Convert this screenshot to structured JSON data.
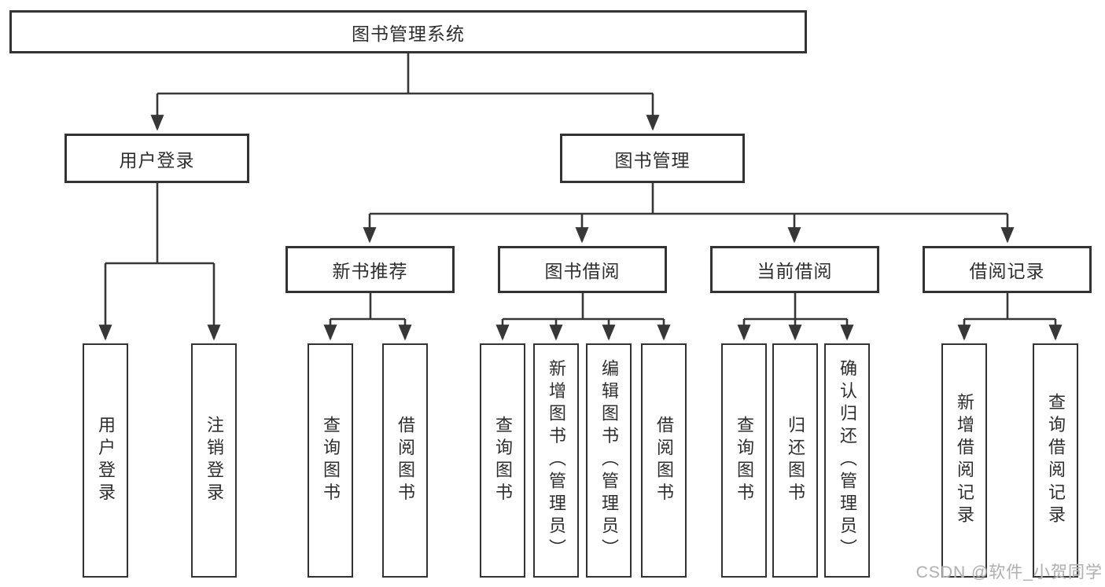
{
  "diagram": {
    "root": "图书管理系统",
    "level2": [
      "用户登录",
      "图书管理"
    ],
    "level3": [
      "新书推荐",
      "图书借阅",
      "当前借阅",
      "借阅记录"
    ],
    "leaves": {
      "login": [
        "用户登录",
        "注销登录"
      ],
      "recommend": [
        "查询图书",
        "借阅图书"
      ],
      "borrow": [
        "查询图书",
        "新增图书（管理员）",
        "编辑图书（管理员）",
        "借阅图书"
      ],
      "current": [
        "查询图书",
        "归还图书",
        "确认归还（管理员）"
      ],
      "records": [
        "新增借阅记录",
        "查询借阅记录"
      ]
    }
  },
  "watermark": "CSDN @软件_小贺同学",
  "colors": {
    "line": "#373737",
    "box_border": "#333333",
    "text": "#2e2e2e",
    "watermark": "#b2b2b2",
    "background": "#ffffff"
  }
}
